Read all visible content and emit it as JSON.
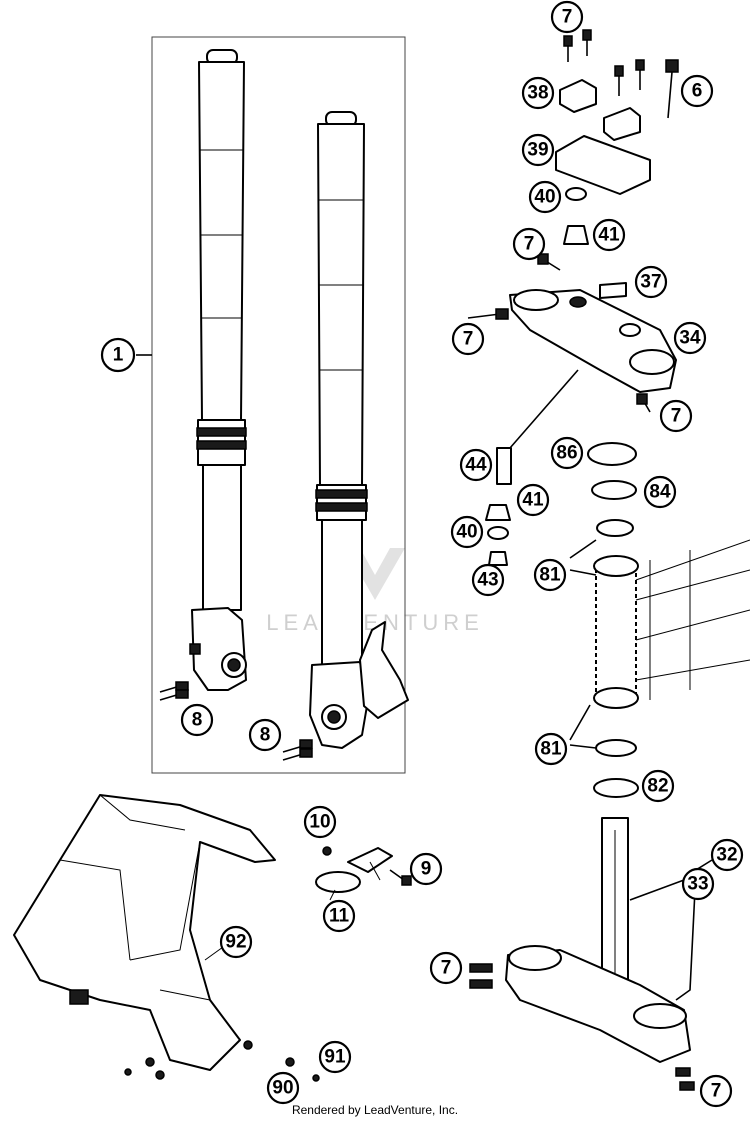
{
  "watermark": {
    "brand": "LEADVENTURE"
  },
  "footer": "Rendered by LeadVenture, Inc.",
  "callouts": {
    "c1": "1",
    "c7a": "7",
    "c38": "38",
    "c6": "6",
    "c39": "39",
    "c40a": "40",
    "c7b": "7",
    "c41a": "41",
    "c37": "37",
    "c7c": "7",
    "c34": "34",
    "c7d": "7",
    "c44": "44",
    "c86": "86",
    "c41b": "41",
    "c84": "84",
    "c40b": "40",
    "c81a": "81",
    "c43": "43",
    "c8a": "8",
    "c8b": "8",
    "c81b": "81",
    "c82": "82",
    "c10": "10",
    "c9": "9",
    "c11": "11",
    "c32": "32",
    "c33": "33",
    "c92": "92",
    "c7e": "7",
    "c91": "91",
    "c90": "90",
    "c7f": "7"
  }
}
